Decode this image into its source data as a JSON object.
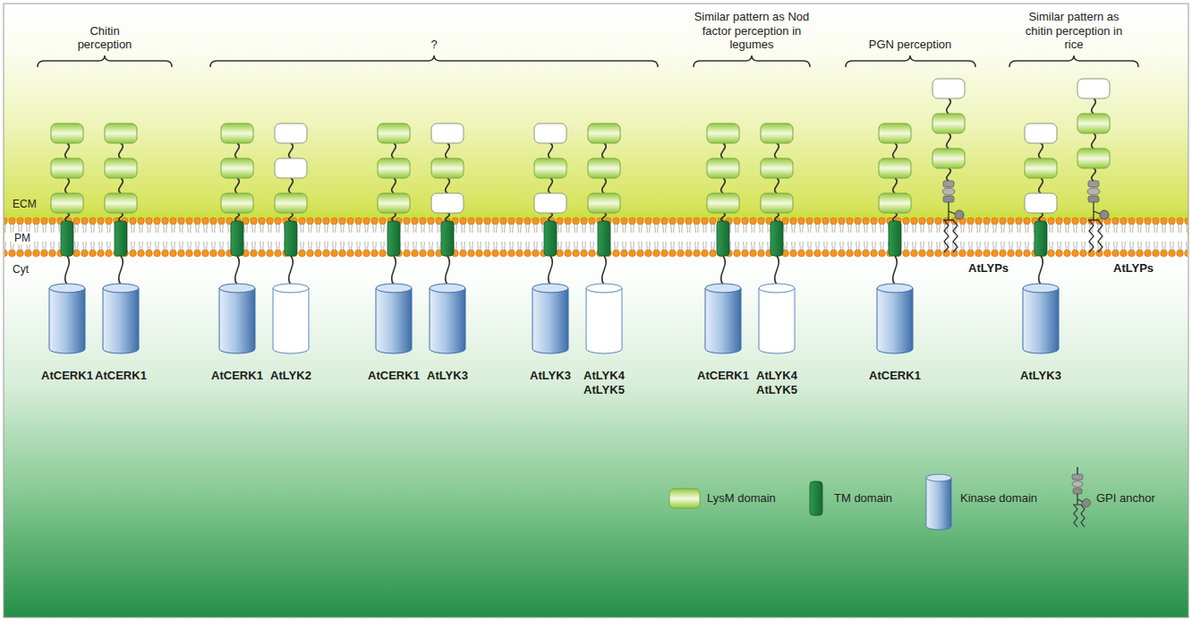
{
  "diagram": {
    "nodes": [
      {
        "text": [
          "AtCERK1"
        ]
      },
      {
        "text": [
          "AtCERK1"
        ]
      },
      {
        "text": [
          "AtCERK1"
        ]
      },
      {
        "text": [
          "AtLYK2"
        ]
      },
      {
        "text": [
          "AtCERK1"
        ]
      },
      {
        "text": [
          "AtLYK3"
        ]
      },
      {
        "text": [
          "AtLYK3"
        ]
      },
      {
        "text": [
          "AtLYK4 AtLYK5"
        ]
      },
      {
        "text": [
          "AtCERK1"
        ]
      },
      {
        "text": [
          "AtLYK4 AtLYK5"
        ]
      },
      {
        "text": [
          "AtCERK1"
        ]
      },
      {
        "text": [
          "AtLYPs"
        ]
      },
      {
        "text": [
          "AtLYK3"
        ]
      },
      {
        "text": [
          "AtLYPs"
        ]
      }
    ],
    "labels": [
      "Chitin perception",
      "?",
      "Similar pattern as Nod factor perception in legumes",
      "PGN perception",
      "Similar pattern as chitin perception in rice",
      "ECM",
      "PM",
      "Cyt"
    ],
    "legend": [
      {
        "text": "LysM domain"
      },
      {
        "text": "TM domain"
      },
      {
        "text": "Kinase domain"
      },
      {
        "text": "GPI anchor"
      }
    ]
  }
}
